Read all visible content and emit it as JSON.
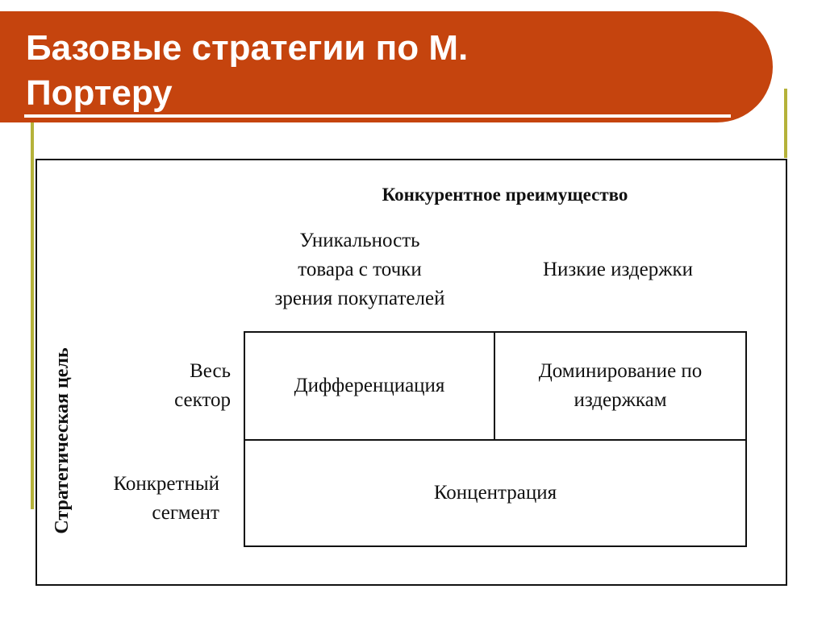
{
  "slide": {
    "title_line1": "Базовые стратегии по М.",
    "title_line2": "Портеру",
    "colors": {
      "title_bar": "#c5440e",
      "title_text": "#ffffff",
      "accent_line": "#b5b23a"
    }
  },
  "diagram": {
    "top_header": "Конкурентное преимущество",
    "col_headers": {
      "uniqueness": [
        "Уникальность",
        "товара с точки",
        "зрения покупателей"
      ],
      "low_costs": "Низкие издержки"
    },
    "side_header": "Стратегическая цель",
    "row_labels": {
      "whole_sector": [
        "Весь",
        "сектор"
      ],
      "specific_segment": [
        "Конкретный",
        "сегмент"
      ]
    },
    "cells": {
      "differentiation": "Дифференциация",
      "cost_leadership": [
        "Доминирование по",
        "издержкам"
      ],
      "focus": "Концентрация"
    }
  }
}
